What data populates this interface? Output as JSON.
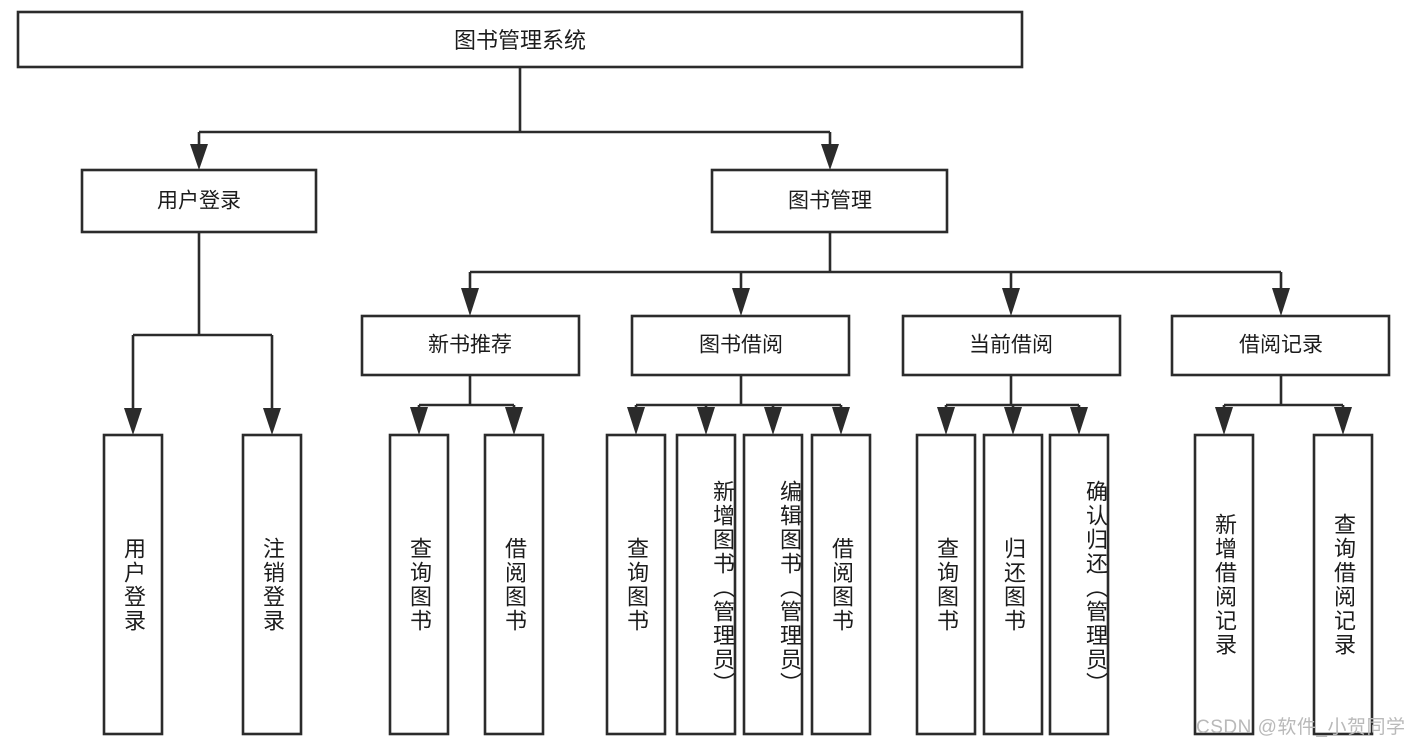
{
  "diagram": {
    "type": "tree",
    "title": "图书管理系统",
    "root": {
      "id": "root",
      "label": "图书管理系统"
    },
    "level2": [
      {
        "id": "user-login",
        "label": "用户登录"
      },
      {
        "id": "book-manage",
        "label": "图书管理"
      }
    ],
    "level3": [
      {
        "id": "new-book-rec",
        "label": "新书推荐",
        "parent": "book-manage"
      },
      {
        "id": "book-borrow",
        "label": "图书借阅",
        "parent": "book-manage"
      },
      {
        "id": "current-borrow",
        "label": "当前借阅",
        "parent": "book-manage"
      },
      {
        "id": "borrow-record",
        "label": "借阅记录",
        "parent": "book-manage"
      }
    ],
    "leaves": {
      "user-login": [
        {
          "id": "leaf-user-login",
          "label": "用户登录"
        },
        {
          "id": "leaf-logout-login",
          "label": "注销登录"
        }
      ],
      "new-book-rec": [
        {
          "id": "leaf-query-book-1",
          "label": "查询图书"
        },
        {
          "id": "leaf-borrow-book-1",
          "label": "借阅图书"
        }
      ],
      "book-borrow": [
        {
          "id": "leaf-query-book-2",
          "label": "查询图书"
        },
        {
          "id": "leaf-add-book",
          "label": "新增图书（管理员）"
        },
        {
          "id": "leaf-edit-book",
          "label": "编辑图书（管理员）"
        },
        {
          "id": "leaf-borrow-book-2",
          "label": "借阅图书"
        }
      ],
      "current-borrow": [
        {
          "id": "leaf-query-book-3",
          "label": "查询图书"
        },
        {
          "id": "leaf-return-book",
          "label": "归还图书"
        },
        {
          "id": "leaf-confirm-return",
          "label": "确认归还（管理员）"
        }
      ],
      "borrow-record": [
        {
          "id": "leaf-add-record",
          "label": "新增借阅记录"
        },
        {
          "id": "leaf-query-record",
          "label": "查询借阅记录"
        }
      ]
    }
  },
  "watermark": {
    "text": "CSDN @软件_小贺同学"
  },
  "colors": {
    "stroke": "#2b2b2b",
    "fill": "#ffffff",
    "text": "#1c1c1c",
    "watermark": "#b9b9b9"
  }
}
